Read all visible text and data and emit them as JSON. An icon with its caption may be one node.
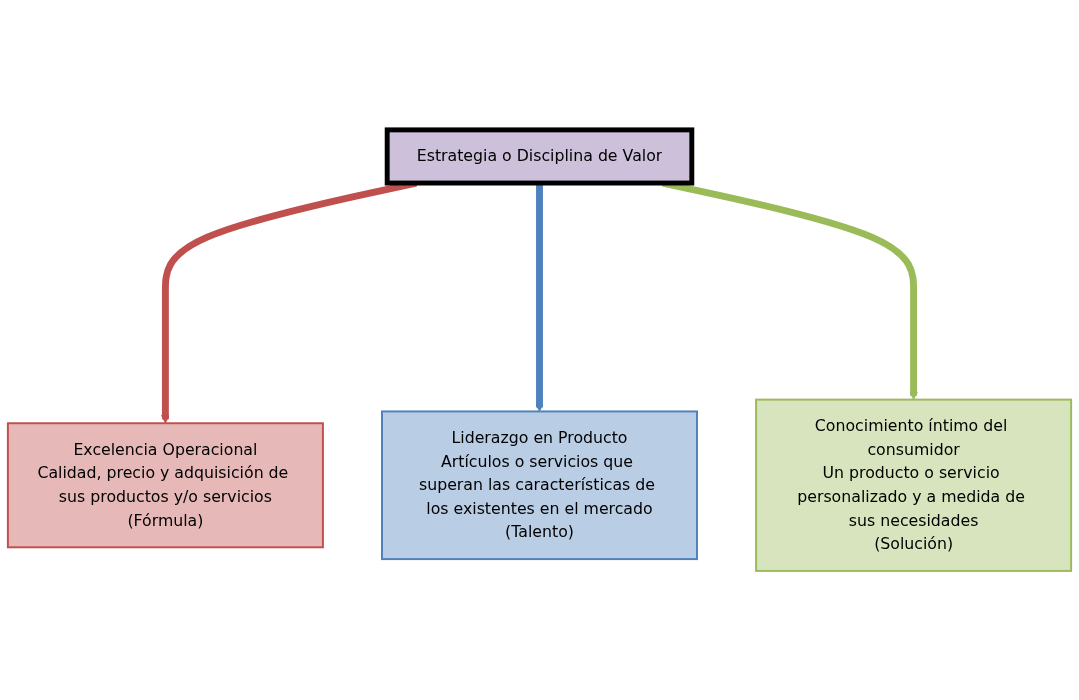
{
  "diagram": {
    "nodes": [
      {
        "text": [
          "Excelencia Operacional",
          "Calidad, precio y adquisición de sus productos y/o servicios",
          "(Fórmula)"
        ]
      },
      {
        "text": [
          "Estrategia o Disciplina de Valor"
        ]
      },
      {
        "text": [
          "Liderazgo en Producto",
          "Artículos o servicios que superan las características de los existentes en el mercado",
          "(Talento)"
        ]
      },
      {
        "text": [
          "Conocimiento íntimo del consumidor",
          "Un producto o servicio personalizado y a medida de sus necesidades",
          "(Solución)"
        ]
      }
    ],
    "edges": [
      {
        "from": 1,
        "to": 0,
        "arrow": "to",
        "color": "#c0504d"
      },
      {
        "from": 1,
        "to": 2,
        "arrow": "to",
        "color": "#4f81bd"
      },
      {
        "from": 1,
        "to": 3,
        "arrow": "to",
        "color": "#9bbb59"
      }
    ]
  }
}
